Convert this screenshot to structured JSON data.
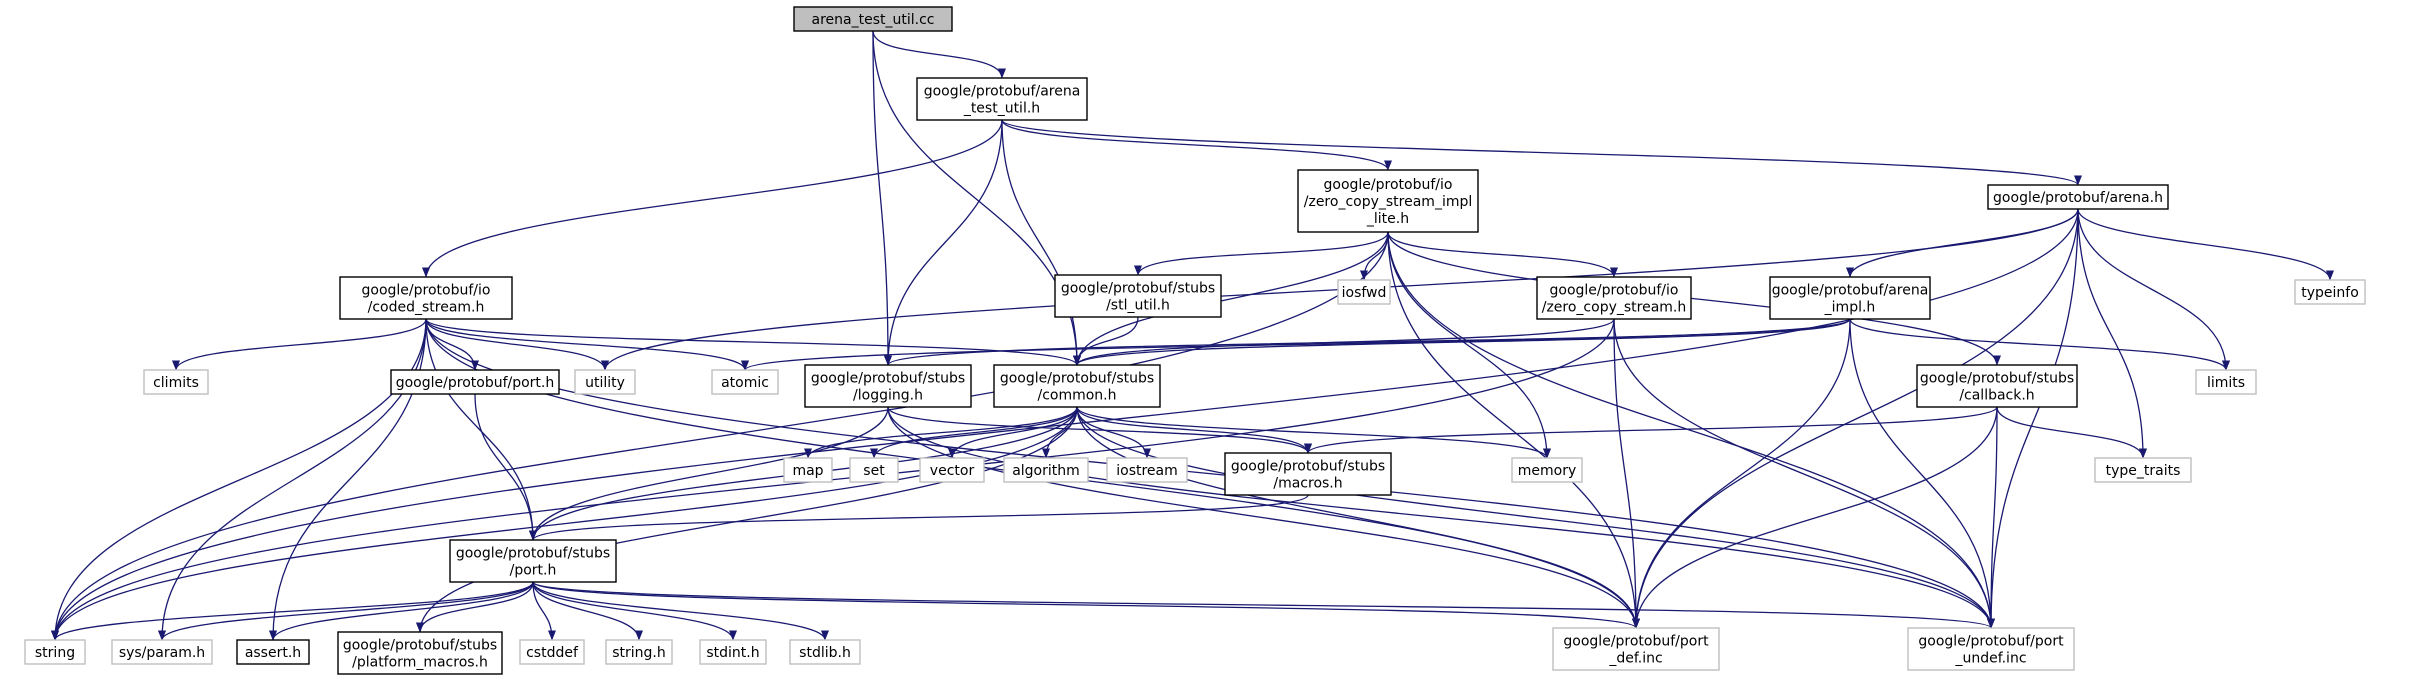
{
  "graph": {
    "title": "arena_test_util.cc",
    "colors": {
      "edge": "#191970",
      "root_fill": "#bfbfbf",
      "node_border": "#000000",
      "external_border": "#bfbfbf",
      "node_fill": "#ffffff",
      "text": "#000000"
    },
    "nodes": [
      {
        "id": "root",
        "name": "node-arena-test-util-cc",
        "kind": "root",
        "lines": [
          "arena_test_util.cc"
        ]
      },
      {
        "id": "atu_h",
        "name": "node-arena-test-util-h",
        "kind": "internal",
        "lines": [
          "google/protobuf/arena",
          "_test_util.h"
        ]
      },
      {
        "id": "zcsil",
        "name": "node-zero-copy-stream-impl-lite-h",
        "kind": "internal",
        "lines": [
          "google/protobuf/io",
          "/zero_copy_stream_impl",
          "_lite.h"
        ]
      },
      {
        "id": "arena_h",
        "name": "node-arena-h",
        "kind": "internal",
        "lines": [
          "google/protobuf/arena.h"
        ]
      },
      {
        "id": "coded",
        "name": "node-coded-stream-h",
        "kind": "internal",
        "lines": [
          "google/protobuf/io",
          "/coded_stream.h"
        ]
      },
      {
        "id": "stl_util",
        "name": "node-stl-util-h",
        "kind": "internal",
        "lines": [
          "google/protobuf/stubs",
          "/stl_util.h"
        ]
      },
      {
        "id": "iosfwd",
        "name": "node-iosfwd",
        "kind": "external",
        "lines": [
          "iosfwd"
        ]
      },
      {
        "id": "zcs",
        "name": "node-zero-copy-stream-h",
        "kind": "internal",
        "lines": [
          "google/protobuf/io",
          "/zero_copy_stream.h"
        ]
      },
      {
        "id": "arena_impl",
        "name": "node-arena-impl-h",
        "kind": "internal",
        "lines": [
          "google/protobuf/arena",
          "_impl.h"
        ]
      },
      {
        "id": "typeinfo",
        "name": "node-typeinfo",
        "kind": "external",
        "lines": [
          "typeinfo"
        ]
      },
      {
        "id": "climits",
        "name": "node-climits",
        "kind": "external",
        "lines": [
          "climits"
        ]
      },
      {
        "id": "port_h",
        "name": "node-protobuf-port-h",
        "kind": "internal",
        "lines": [
          "google/protobuf/port.h"
        ]
      },
      {
        "id": "utility",
        "name": "node-utility",
        "kind": "external",
        "lines": [
          "utility"
        ]
      },
      {
        "id": "atomic",
        "name": "node-atomic",
        "kind": "external",
        "lines": [
          "atomic"
        ]
      },
      {
        "id": "logging",
        "name": "node-logging-h",
        "kind": "internal",
        "lines": [
          "google/protobuf/stubs",
          "/logging.h"
        ]
      },
      {
        "id": "common",
        "name": "node-common-h",
        "kind": "internal",
        "lines": [
          "google/protobuf/stubs",
          "/common.h"
        ]
      },
      {
        "id": "callback",
        "name": "node-callback-h",
        "kind": "internal",
        "lines": [
          "google/protobuf/stubs",
          "/callback.h"
        ]
      },
      {
        "id": "limits",
        "name": "node-limits",
        "kind": "external",
        "lines": [
          "limits"
        ]
      },
      {
        "id": "map",
        "name": "node-map",
        "kind": "external",
        "lines": [
          "map"
        ]
      },
      {
        "id": "set",
        "name": "node-set",
        "kind": "external",
        "lines": [
          "set"
        ]
      },
      {
        "id": "vector",
        "name": "node-vector",
        "kind": "external",
        "lines": [
          "vector"
        ]
      },
      {
        "id": "algorithm",
        "name": "node-algorithm",
        "kind": "external",
        "lines": [
          "algorithm"
        ]
      },
      {
        "id": "iostream",
        "name": "node-iostream",
        "kind": "external",
        "lines": [
          "iostream"
        ]
      },
      {
        "id": "macros",
        "name": "node-macros-h",
        "kind": "internal",
        "lines": [
          "google/protobuf/stubs",
          "/macros.h"
        ]
      },
      {
        "id": "memory",
        "name": "node-memory",
        "kind": "external",
        "lines": [
          "memory"
        ]
      },
      {
        "id": "type_traits",
        "name": "node-type-traits",
        "kind": "external",
        "lines": [
          "type_traits"
        ]
      },
      {
        "id": "stubs_port",
        "name": "node-stubs-port-h",
        "kind": "internal",
        "lines": [
          "google/protobuf/stubs",
          "/port.h"
        ]
      },
      {
        "id": "string",
        "name": "node-string",
        "kind": "external",
        "lines": [
          "string"
        ]
      },
      {
        "id": "sysparam",
        "name": "node-sys-param-h",
        "kind": "external",
        "lines": [
          "sys/param.h"
        ]
      },
      {
        "id": "assert",
        "name": "node-assert-h",
        "kind": "internal",
        "lines": [
          "assert.h"
        ]
      },
      {
        "id": "platform",
        "name": "node-platform-macros-h",
        "kind": "internal",
        "lines": [
          "google/protobuf/stubs",
          "/platform_macros.h"
        ]
      },
      {
        "id": "cstddef",
        "name": "node-cstddef",
        "kind": "external",
        "lines": [
          "cstddef"
        ]
      },
      {
        "id": "string_h",
        "name": "node-string-h",
        "kind": "external",
        "lines": [
          "string.h"
        ]
      },
      {
        "id": "stdint",
        "name": "node-stdint-h",
        "kind": "external",
        "lines": [
          "stdint.h"
        ]
      },
      {
        "id": "stdlib",
        "name": "node-stdlib-h",
        "kind": "external",
        "lines": [
          "stdlib.h"
        ]
      },
      {
        "id": "port_def",
        "name": "node-port-def-inc",
        "kind": "external",
        "lines": [
          "google/protobuf/port",
          "_def.inc"
        ]
      },
      {
        "id": "port_undef",
        "name": "node-port-undef-inc",
        "kind": "external",
        "lines": [
          "google/protobuf/port",
          "_undef.inc"
        ]
      }
    ],
    "edges": [
      [
        "root",
        "atu_h"
      ],
      [
        "root",
        "logging"
      ],
      [
        "root",
        "common"
      ],
      [
        "atu_h",
        "coded"
      ],
      [
        "atu_h",
        "logging"
      ],
      [
        "atu_h",
        "common"
      ],
      [
        "atu_h",
        "zcsil"
      ],
      [
        "atu_h",
        "arena_h"
      ],
      [
        "zcsil",
        "string"
      ],
      [
        "zcsil",
        "stl_util"
      ],
      [
        "zcsil",
        "iosfwd"
      ],
      [
        "zcsil",
        "common"
      ],
      [
        "zcsil",
        "zcs"
      ],
      [
        "zcsil",
        "memory"
      ],
      [
        "zcsil",
        "callback"
      ],
      [
        "zcsil",
        "port_def"
      ],
      [
        "zcsil",
        "port_undef"
      ],
      [
        "arena_h",
        "arena_impl"
      ],
      [
        "arena_h",
        "limits"
      ],
      [
        "arena_h",
        "typeinfo"
      ],
      [
        "arena_h",
        "type_traits"
      ],
      [
        "arena_h",
        "port_def"
      ],
      [
        "arena_h",
        "port_undef"
      ],
      [
        "arena_h",
        "utility"
      ],
      [
        "arena_h",
        "string"
      ],
      [
        "coded",
        "climits"
      ],
      [
        "coded",
        "port_h"
      ],
      [
        "coded",
        "utility"
      ],
      [
        "coded",
        "atomic"
      ],
      [
        "coded",
        "common"
      ],
      [
        "coded",
        "string"
      ],
      [
        "coded",
        "sysparam"
      ],
      [
        "coded",
        "assert"
      ],
      [
        "coded",
        "stubs_port"
      ],
      [
        "coded",
        "port_def"
      ],
      [
        "coded",
        "port_undef"
      ],
      [
        "stl_util",
        "common"
      ],
      [
        "zcs",
        "common"
      ],
      [
        "zcs",
        "string"
      ],
      [
        "zcs",
        "port_def"
      ],
      [
        "zcs",
        "port_undef"
      ],
      [
        "arena_impl",
        "atomic"
      ],
      [
        "arena_impl",
        "limits"
      ],
      [
        "arena_impl",
        "logging"
      ],
      [
        "arena_impl",
        "common"
      ],
      [
        "arena_impl",
        "port_def"
      ],
      [
        "arena_impl",
        "port_undef"
      ],
      [
        "port_h",
        "stubs_port"
      ],
      [
        "logging",
        "macros"
      ],
      [
        "logging",
        "stubs_port"
      ],
      [
        "logging",
        "port_def"
      ],
      [
        "logging",
        "port_undef"
      ],
      [
        "common",
        "map"
      ],
      [
        "common",
        "set"
      ],
      [
        "common",
        "vector"
      ],
      [
        "common",
        "algorithm"
      ],
      [
        "common",
        "iostream"
      ],
      [
        "common",
        "memory"
      ],
      [
        "common",
        "macros"
      ],
      [
        "common",
        "stubs_port"
      ],
      [
        "common",
        "platform"
      ],
      [
        "common",
        "string"
      ],
      [
        "common",
        "port_def"
      ],
      [
        "common",
        "port_undef"
      ],
      [
        "callback",
        "type_traits"
      ],
      [
        "callback",
        "macros"
      ],
      [
        "callback",
        "port_def"
      ],
      [
        "callback",
        "port_undef"
      ],
      [
        "macros",
        "stubs_port"
      ],
      [
        "stubs_port",
        "string"
      ],
      [
        "stubs_port",
        "sysparam"
      ],
      [
        "stubs_port",
        "assert"
      ],
      [
        "stubs_port",
        "platform"
      ],
      [
        "stubs_port",
        "cstddef"
      ],
      [
        "stubs_port",
        "string_h"
      ],
      [
        "stubs_port",
        "stdint"
      ],
      [
        "stubs_port",
        "stdlib"
      ],
      [
        "stubs_port",
        "port_def"
      ],
      [
        "stubs_port",
        "port_undef"
      ]
    ]
  }
}
